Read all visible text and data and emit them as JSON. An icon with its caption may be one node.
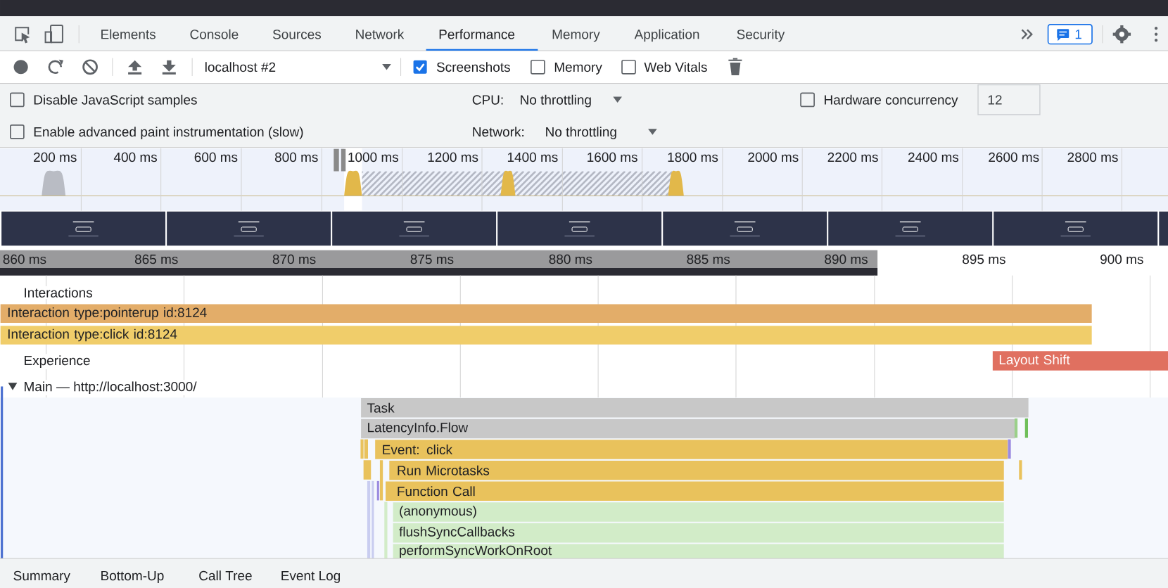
{
  "diagram": {
    "nodes": [
      {
        "text": [
          "Interaction type:pointerup id:8124"
        ]
      },
      {
        "text": [
          "Interaction type:click id:8124"
        ]
      },
      {
        "text": [
          "Layout Shift"
        ]
      },
      {
        "text": [
          "Task"
        ]
      },
      {
        "text": [
          "LatencyInfo.Flow"
        ]
      },
      {
        "text": [
          "Event: click"
        ]
      },
      {
        "text": [
          "Run Microtasks"
        ]
      },
      {
        "text": [
          "Function Call"
        ]
      },
      {
        "text": [
          "(anonymous)"
        ]
      },
      {
        "text": [
          "flushSyncCallbacks"
        ]
      },
      {
        "text": [
          "performSyncWorkOnRoot"
        ]
      }
    ],
    "labels": [
      "Elements",
      "Console",
      "Sources",
      "Network",
      "Performance",
      "Memory",
      "Application",
      "Security",
      "1",
      "localhost #2",
      "Screenshots",
      "Memory",
      "Web Vitals",
      "Disable JavaScript samples",
      "CPU:",
      "No throttling",
      "Hardware concurrency",
      "12",
      "Enable advanced paint instrumentation (slow)",
      "Network:",
      "No throttling",
      "200 ms",
      "400 ms",
      "600 ms",
      "800 ms",
      "1000 ms",
      "1200 ms",
      "1400 ms",
      "1600 ms",
      "1800 ms",
      "2000 ms",
      "2200 ms",
      "2400 ms",
      "2600 ms",
      "2800 ms",
      "860 ms",
      "865 ms",
      "870 ms",
      "875 ms",
      "880 ms",
      "885 ms",
      "890 ms",
      "895 ms",
      "900 ms",
      "Interactions",
      "Experience",
      "Main — http://localhost:3000/",
      "Summary",
      "Bottom-Up",
      "Call Tree",
      "Event Log"
    ]
  }
}
